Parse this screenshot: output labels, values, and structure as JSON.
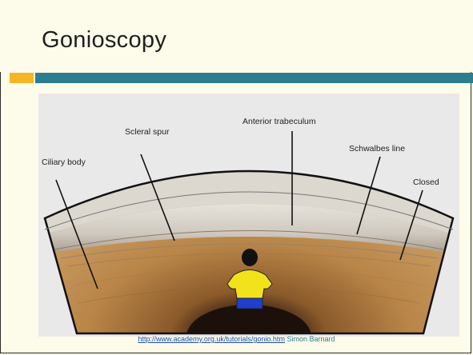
{
  "slide": {
    "title": "Gonioscopy"
  },
  "diagram": {
    "labels": {
      "ciliary_body": "Ciliary body",
      "scleral_spur": "Scleral spur",
      "anterior_trabeculum": "Anterior trabeculum",
      "schwalbes_line": "Schwalbes line",
      "closed": "Closed"
    }
  },
  "credit": {
    "url": "http://www.academy.org.uk/tutorials/gonio.htm",
    "author": "Simon Barnard"
  },
  "colors": {
    "background": "#fdfbe9",
    "accent_orange": "#f5b623",
    "accent_teal": "#2d7d8c",
    "link_blue": "#1a4fb8"
  }
}
